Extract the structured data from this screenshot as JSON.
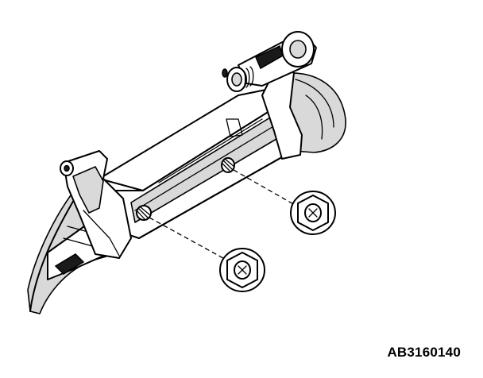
{
  "figure": {
    "id_label": "AB3160140"
  },
  "parts": {
    "nut_upper": "hex-flange-nut",
    "nut_lower": "hex-flange-nut",
    "stud_upper": "threaded-stud",
    "stud_lower": "threaded-stud",
    "spring": "coil-spring",
    "bracket": "mounting-bracket"
  },
  "colors": {
    "line": "#000000",
    "background": "#ffffff",
    "shade": "#d9d9d9"
  }
}
